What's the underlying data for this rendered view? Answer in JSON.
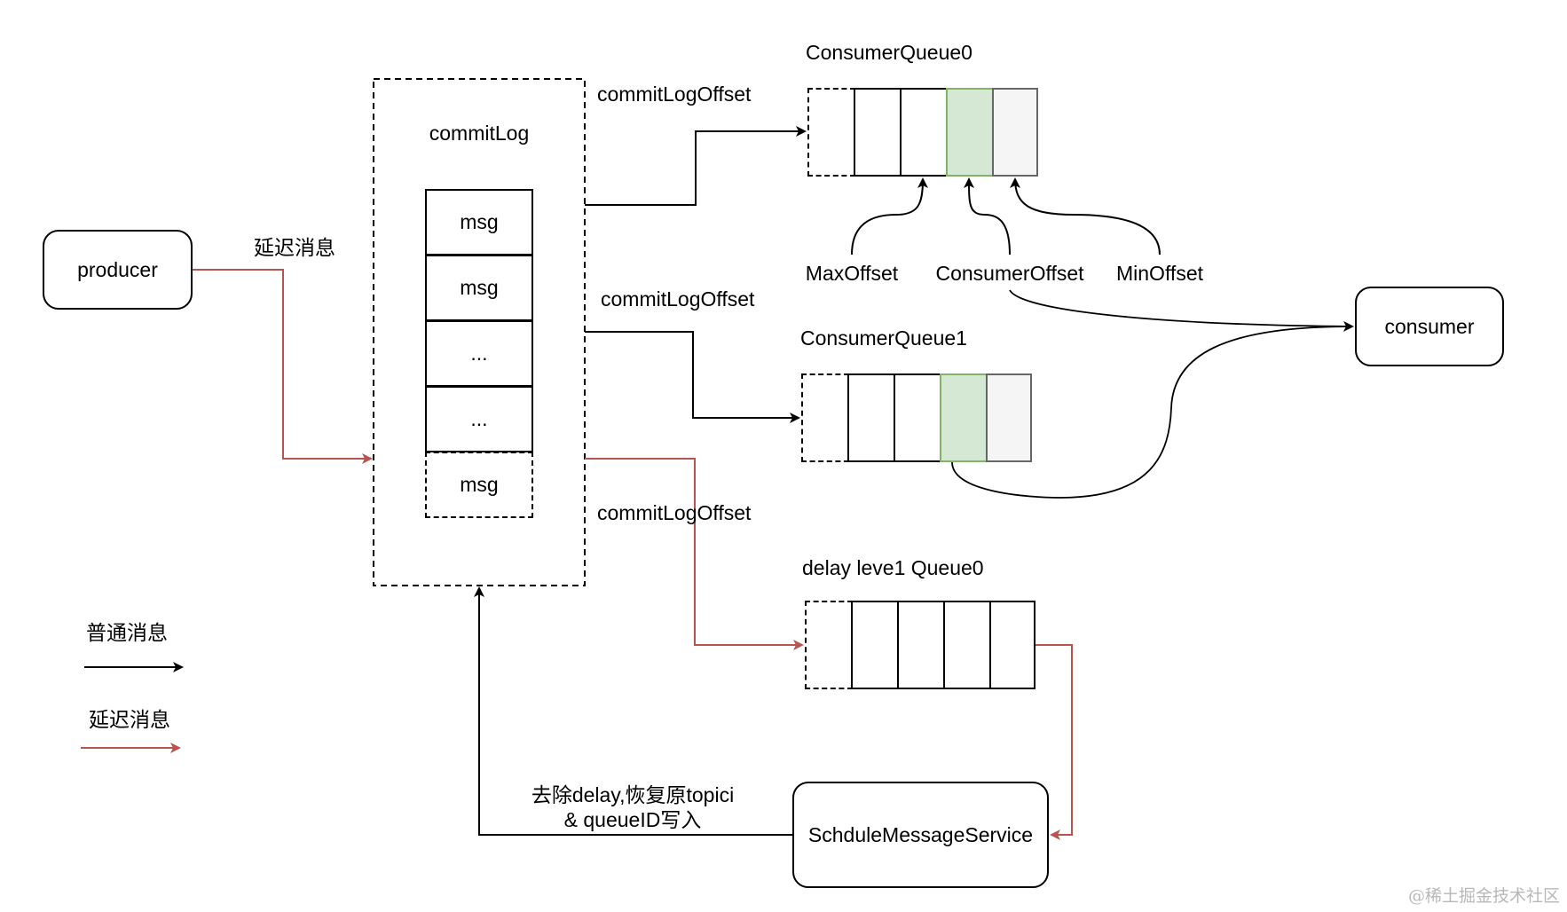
{
  "colors": {
    "normal_line": "#000000",
    "delay_line": "#b85450",
    "consumer_offset_fill": "#d5e8d4",
    "consumer_offset_stroke": "#82b366",
    "min_offset_fill": "#f5f5f5",
    "min_offset_stroke": "#666666"
  },
  "nodes": {
    "producer": "producer",
    "consumer": "consumer",
    "schedule_service": "SchduleMessageService"
  },
  "commit_log": {
    "title": "commitLog",
    "cells": [
      "msg",
      "msg",
      "...",
      "...",
      "msg"
    ],
    "last_cell_dashed": true
  },
  "queues": [
    {
      "title": "ConsumerQueue0",
      "cells": [
        "",
        "",
        "",
        "",
        ""
      ],
      "highlight": [
        "pending",
        "normal",
        "normal",
        "consumer",
        "min"
      ]
    },
    {
      "title": "ConsumerQueue1",
      "cells": [
        "",
        "",
        "",
        "",
        ""
      ],
      "highlight": [
        "pending",
        "normal",
        "normal",
        "consumer",
        "min"
      ]
    },
    {
      "title": "delay leve1 Queue0",
      "cells": [
        "",
        "",
        "",
        "",
        ""
      ],
      "highlight": [
        "pending",
        "normal",
        "normal",
        "normal",
        "normal"
      ]
    }
  ],
  "edge_labels": {
    "producer_to_commitlog": "延迟消息",
    "commitlog_to_queue0": "commitLogOffset",
    "commitlog_to_queue1": "commitLogOffset",
    "commitlog_to_delay": "commitLogOffset",
    "schedule_to_commitlog_line1": "去除delay,恢复原topici",
    "schedule_to_commitlog_line2": "& queueID写入"
  },
  "offset_pointers": {
    "max": "MaxOffset",
    "consumer": "ConsumerOffset",
    "min": "MinOffset"
  },
  "legend": [
    {
      "label": "普通消息",
      "type": "normal"
    },
    {
      "label": "延迟消息",
      "type": "delay"
    }
  ],
  "watermark": "@稀土掘金技术社区"
}
